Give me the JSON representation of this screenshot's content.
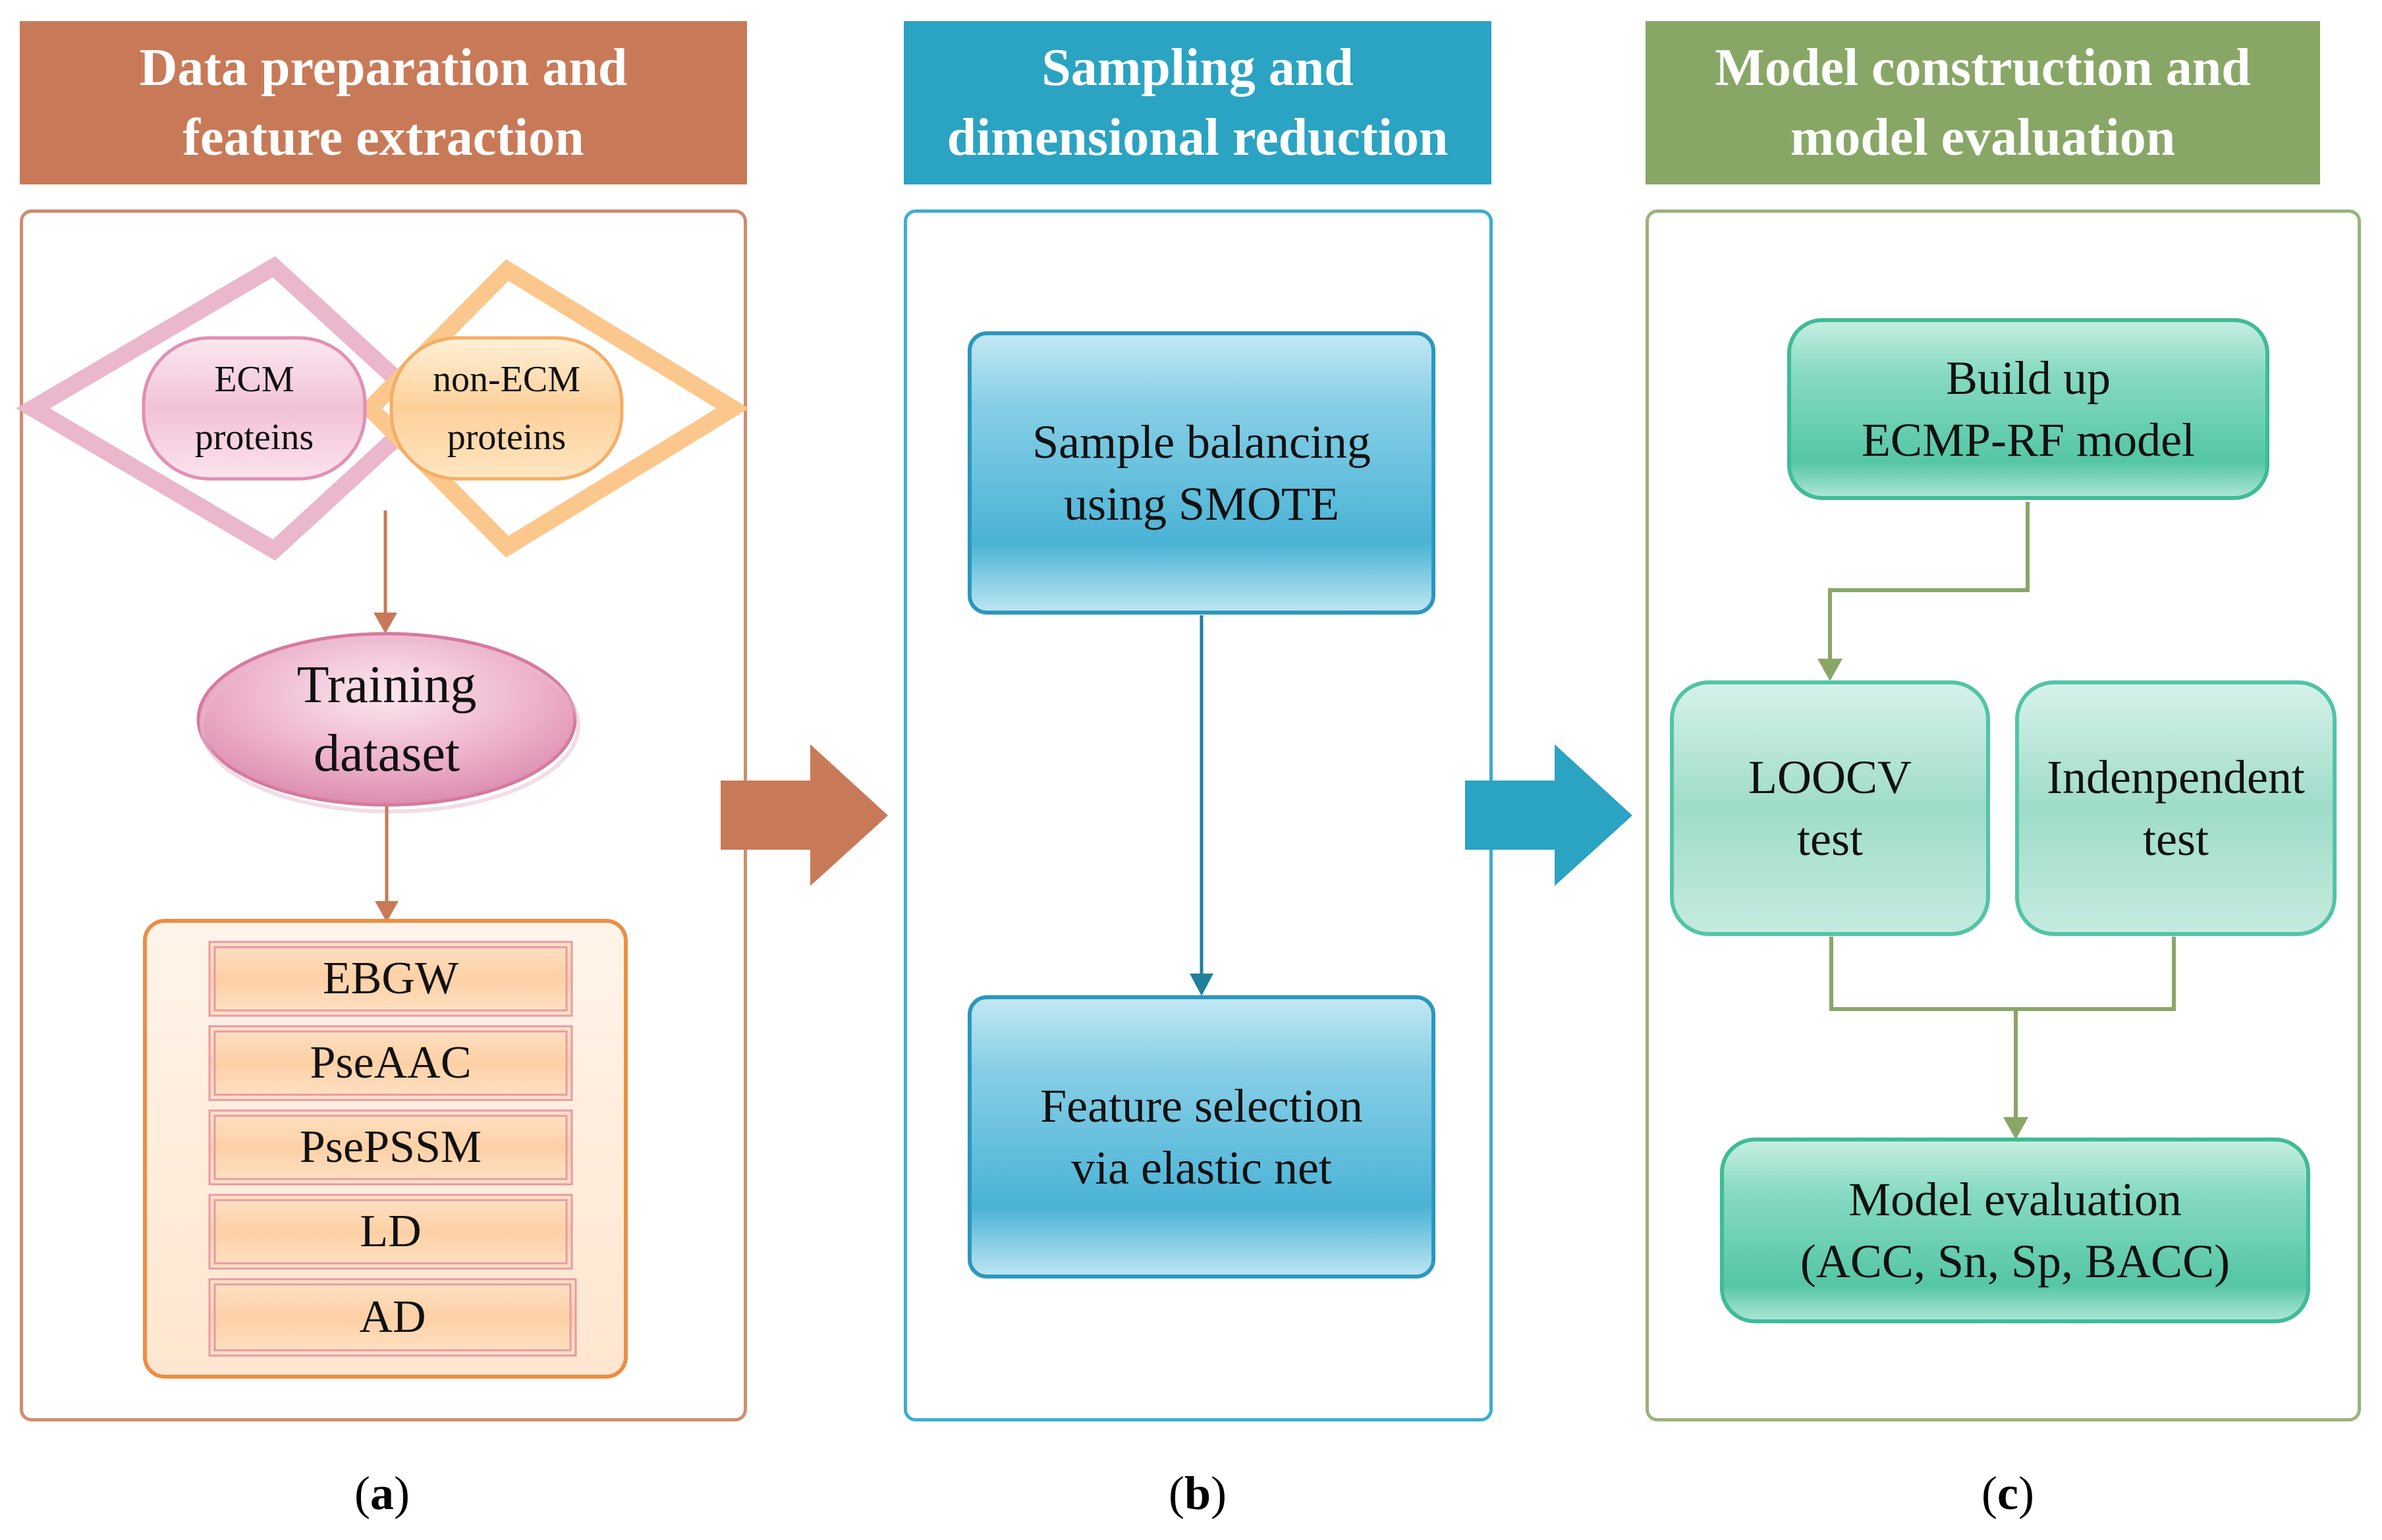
{
  "colors": {
    "panel_a": "#c87a58",
    "panel_b": "#2ba3c2",
    "panel_c": "#88a766",
    "teal_box": "#52c4a6",
    "ecm_pink": "#e9a7c4",
    "nonecm_orange": "#fcc27c"
  },
  "panel_a": {
    "header": "Data preparation and\nfeature extraction",
    "ecm": "ECM\nproteins",
    "non_ecm": "non-ECM\nproteins",
    "training": "Training\ndataset",
    "features": [
      "EBGW",
      "PseAAC",
      "PsePSSM",
      "LD",
      "AD"
    ],
    "caption_letter": "a"
  },
  "panel_b": {
    "header": "Sampling and\ndimensional reduction",
    "step1": "Sample balancing\nusing SMOTE",
    "step2": "Feature selection\nvia elastic net",
    "caption_letter": "b"
  },
  "panel_c": {
    "header": "Model construction and\nmodel evaluation",
    "build": "Build up\nECMP-RF model",
    "loocv": "LOOCV\ntest",
    "independent": "Indenpendent\ntest",
    "evaluation": "Model evaluation\n(ACC, Sn, Sp, BACC)",
    "caption_letter": "c"
  }
}
